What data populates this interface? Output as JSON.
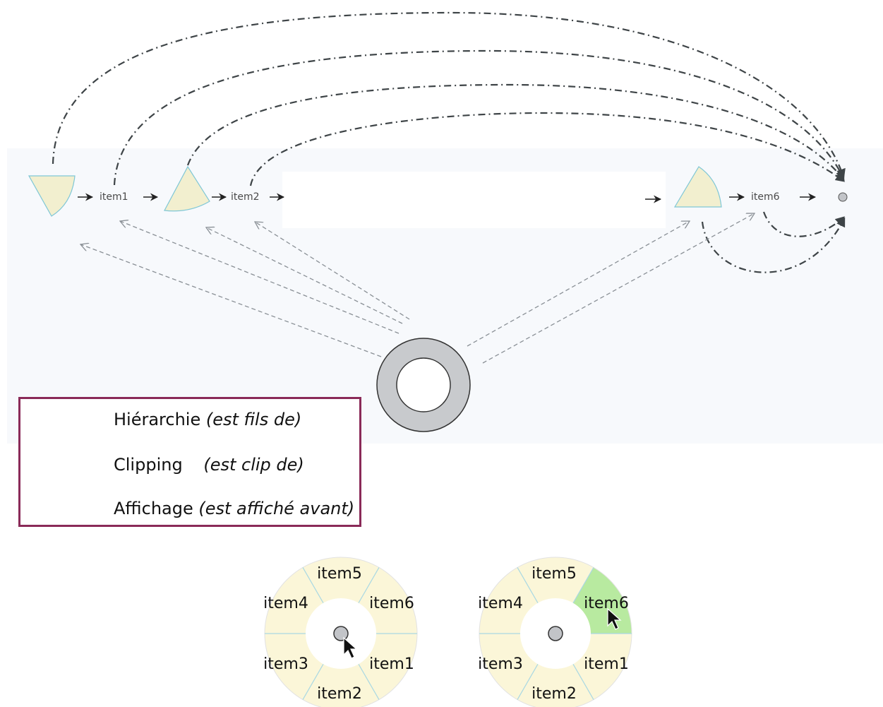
{
  "diagram": {
    "nodes": {
      "item1": "item1",
      "item2": "item2",
      "item6": "item6"
    }
  },
  "legend": {
    "hierarchy": {
      "label": "Hiérarchie",
      "desc": "(est fils de)"
    },
    "clipping": {
      "label": "Clipping",
      "desc": "(est clip de)"
    },
    "display": {
      "label": "Affichage",
      "desc": "(est affiché avant)"
    }
  },
  "pie_menus": [
    {
      "labels": [
        "item5",
        "item4",
        "item6",
        "item3",
        "item1",
        "item2"
      ],
      "highlighted": ""
    },
    {
      "labels": [
        "item5",
        "item4",
        "item6",
        "item3",
        "item1",
        "item2"
      ],
      "highlighted": "item6"
    }
  ],
  "colors": {
    "wedge_fill": "#f2efcf",
    "wedge_stroke": "#7fc7d6",
    "ring_fill": "#c8cacd",
    "menu_fill": "#fbf6d8",
    "menu_highlight": "#b8eaa0",
    "legend_border": "#8a2a58"
  }
}
